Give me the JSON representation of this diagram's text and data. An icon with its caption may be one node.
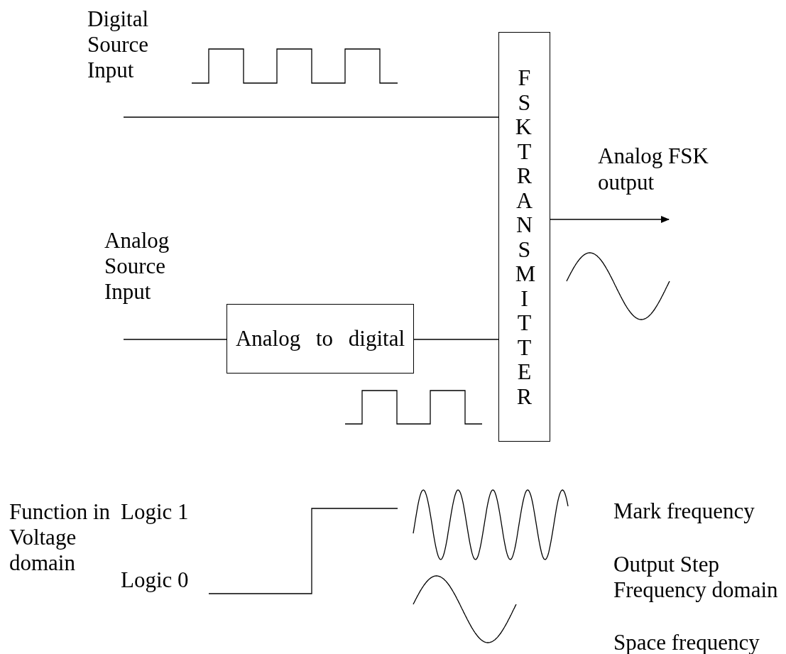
{
  "diagram": {
    "nodes": [
      {
        "text": [
          "FSK TRANSMITTER"
        ]
      },
      {
        "text": [
          "Analog to digital"
        ]
      }
    ],
    "edges": [
      {
        "from": null,
        "to": 0,
        "arrow": "none"
      },
      {
        "from": null,
        "to": 1,
        "arrow": "none"
      },
      {
        "from": 1,
        "to": 0,
        "arrow": "none"
      },
      {
        "from": 0,
        "to": null,
        "arrow": "to"
      }
    ],
    "labels": [
      "Digital Source Input",
      "Analog FSK output",
      "Analog Source Input",
      "Function in Voltage domain",
      "Logic 1",
      "Mark frequency",
      "Logic 0",
      "Output Step Frequency domain",
      "Space frequency"
    ]
  }
}
